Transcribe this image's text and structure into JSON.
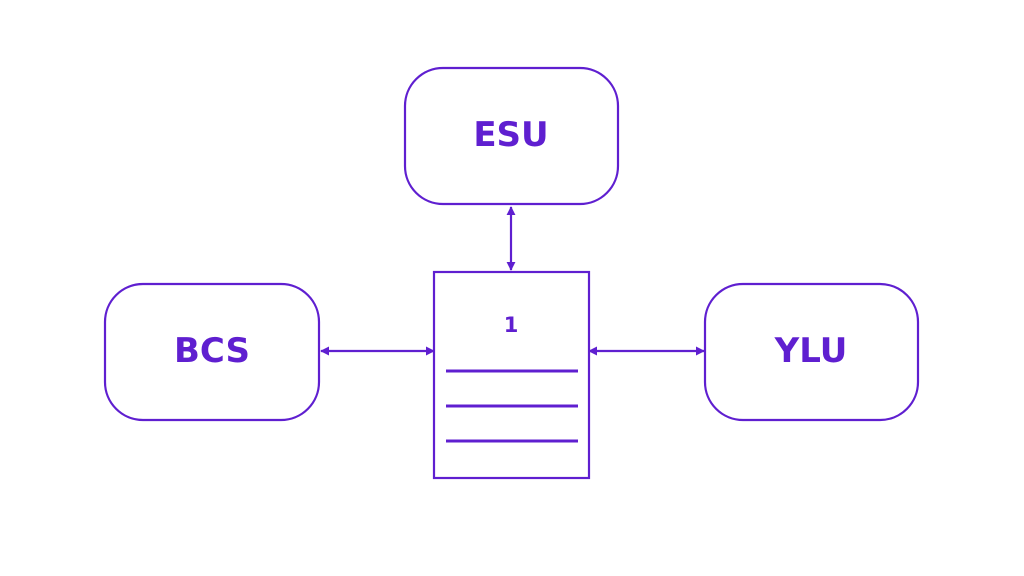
{
  "diagram": {
    "nodes": {
      "top": {
        "label": "ESU"
      },
      "left": {
        "label": "BCS"
      },
      "right": {
        "label": "YLU"
      }
    },
    "document": {
      "label": "1",
      "line_count": 3
    },
    "edges": [
      {
        "from": "document",
        "to": "top",
        "direction": "both"
      },
      {
        "from": "document",
        "to": "left",
        "direction": "both"
      },
      {
        "from": "document",
        "to": "right",
        "direction": "both"
      }
    ],
    "colors": {
      "accent": "#5f1fd0",
      "background": "#ffffff"
    }
  }
}
